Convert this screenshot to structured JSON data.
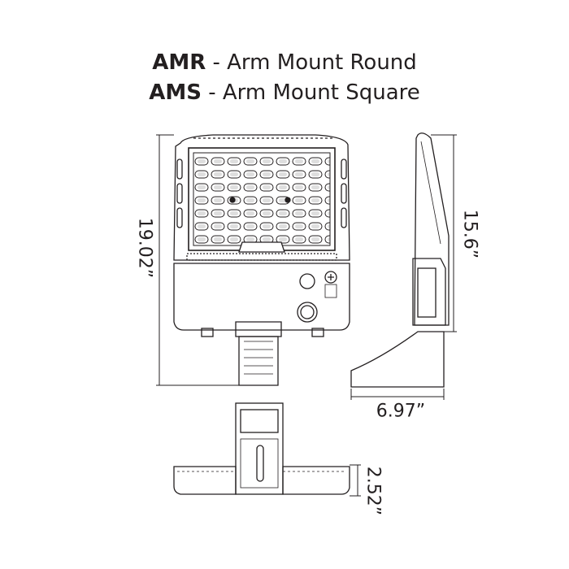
{
  "title": {
    "line1_code": "AMR",
    "line1_text": " - Arm Mount Round",
    "line2_code": "AMS",
    "line2_text": " - Arm Mount Square"
  },
  "dimensions": {
    "overall_height": "19.02”",
    "side_height": "15.6”",
    "depth": "6.97”",
    "bottom_height": "2.52”"
  },
  "colors": {
    "line": "#231f20",
    "background": "#ffffff"
  }
}
